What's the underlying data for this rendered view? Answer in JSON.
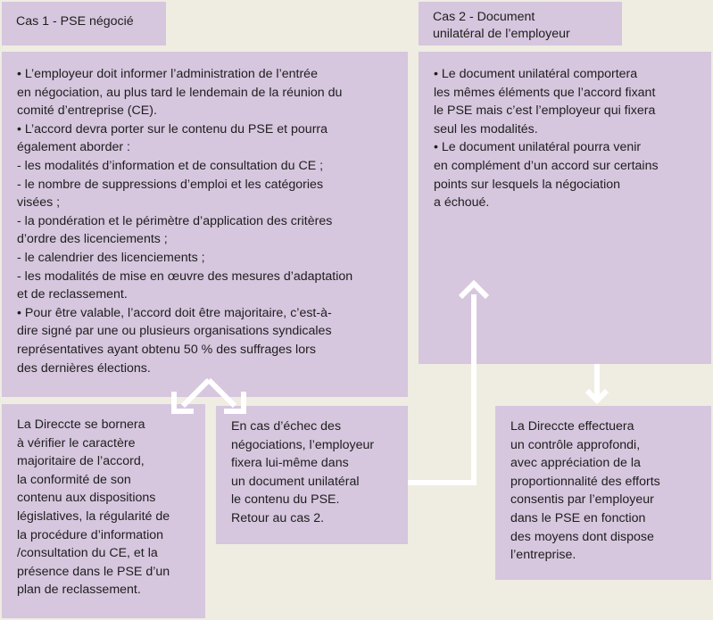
{
  "case1": {
    "title": "Cas 1 - PSE négocié",
    "body": "• L’employeur doit informer l’administration de l’entrée\nen négociation, au plus tard le lendemain de la réunion du\ncomité d’entreprise (CE).\n• L’accord devra porter sur le contenu du PSE et pourra\négalement aborder :\n- les modalités d’information et de consultation du CE ;\n- le nombre de suppressions d’emploi et les catégories\nvisées ;\n- la pondération et le périmètre d’application des critères\nd’ordre des licenciements ;\n- le calendrier des licenciements ;\n- les modalités de mise en œuvre des mesures d’adaptation\net de reclassement.\n• Pour être valable, l’accord doit être majoritaire, c’est-à-\ndire signé par une ou plusieurs organisations syndicales\nreprésentatives ayant obtenu 50 % des suffrages lors\ndes dernières élections."
  },
  "case2": {
    "title": "Cas 2 - Document\nunilatéral de l’employeur",
    "body": "• Le document unilatéral comportera\nles mêmes éléments que l’accord fixant\nle PSE mais c’est l’employeur qui fixera\nseul les modalités.\n• Le document unilatéral pourra venir\nen complément d’un accord sur certains\npoints sur lesquels la négociation\na échoué."
  },
  "outcomes": {
    "direccte_accord": "La Direccte se bornera\nà vérifier le caractère\nmajoritaire de l’accord,\nla conformité de son\ncontenu aux dispositions\nlégislatives, la régularité de\nla procédure d’information\n/consultation du CE, et la\nprésence dans le PSE d’un\nplan de reclassement.",
    "echec_negociation": "En cas d’échec des\nnégociations, l’employeur\nfixera lui-même dans\nun document unilatéral\nle contenu du PSE.\nRetour au cas 2.",
    "direccte_document": "La Direccte effectuera\nun contrôle approfondi,\navec appréciation de la\nproportionnalité des efforts\nconsentis par l’employeur\ndans le PSE en fonction\ndes moyens dont dispose\nl’entreprise."
  },
  "colors": {
    "background": "#efece2",
    "box": "#d6c6de",
    "arrow": "#ffffff"
  }
}
